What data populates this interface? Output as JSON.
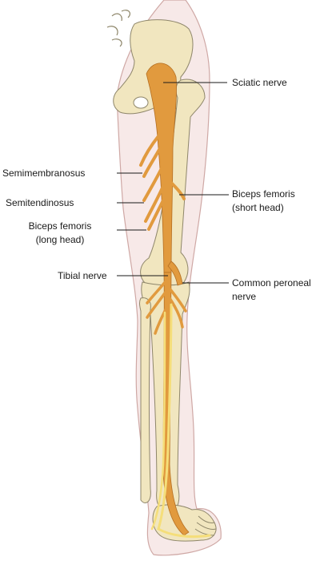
{
  "colors": {
    "skin": "#f7e9e8",
    "skin_outline": "#cfa8a5",
    "bone": "#f1e6bf",
    "bone_outline": "#8e866a",
    "nerve": "#e19a3e",
    "nerve_outline": "#b56f22",
    "sural_nerve": "#f5de7a",
    "leader_line": "#1a1a1a"
  },
  "labels": {
    "sciatic": "Sciatic nerve",
    "semimembranosus": "Semimembranosus",
    "semitendinosus": "Semitendinosus",
    "biceps_long_1": "Biceps femoris",
    "biceps_long_2": "(long head)",
    "biceps_short_1": "Biceps femoris",
    "biceps_short_2": "(short head)",
    "tibial": "Tibial nerve",
    "peroneal_1": "Common peroneal",
    "peroneal_2": "nerve"
  }
}
